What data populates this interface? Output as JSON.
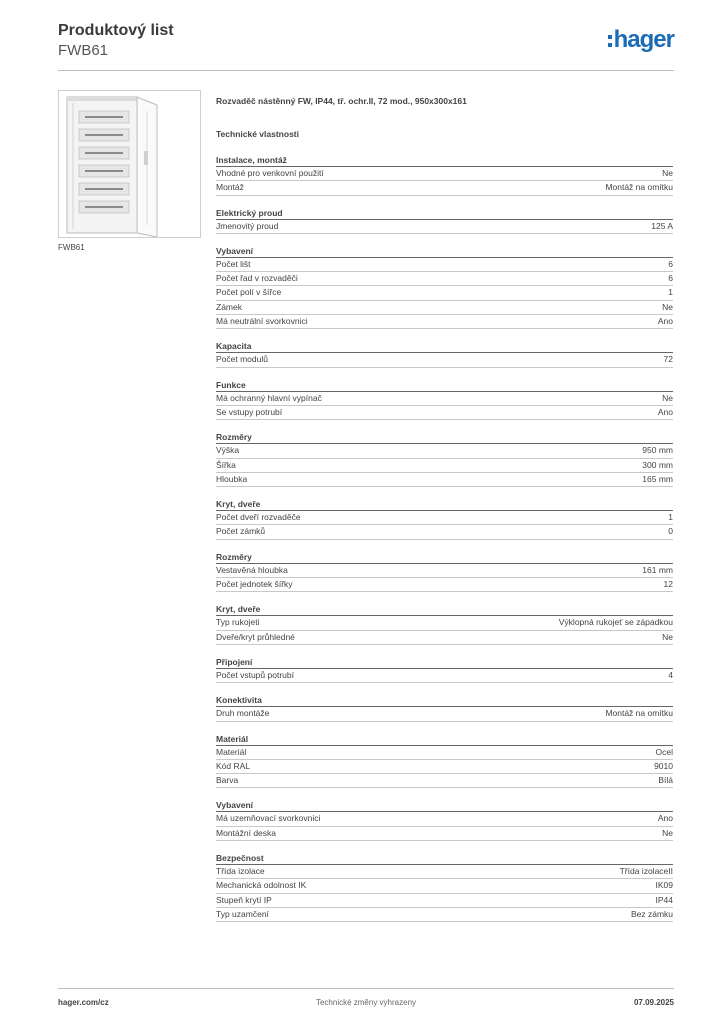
{
  "header": {
    "title": "Produktový list",
    "code": "FWB61",
    "logo_text": "hager",
    "logo_color": "#1c6bb6"
  },
  "image": {
    "caption": "FWB61"
  },
  "description": "Rozvaděč nástěnný FW, IP44, tř. ochr.II, 72 mod., 950x300x161",
  "tech_title": "Technické vlastnosti",
  "sections": [
    {
      "title": "Instalace, montáž",
      "rows": [
        {
          "label": "Vhodné pro venkovní použití",
          "value": "Ne"
        },
        {
          "label": "Montáž",
          "value": "Montáž na omítku"
        }
      ]
    },
    {
      "title": "Elektrický proud",
      "rows": [
        {
          "label": "Jmenovitý proud",
          "value": "125 A"
        }
      ]
    },
    {
      "title": "Vybavení",
      "rows": [
        {
          "label": "Počet lišt",
          "value": "6"
        },
        {
          "label": "Počet řad v rozvaděči",
          "value": "6"
        },
        {
          "label": "Počet polí v šířce",
          "value": "1"
        },
        {
          "label": "Zámek",
          "value": "Ne"
        },
        {
          "label": "Má neutrální svorkovnici",
          "value": "Ano"
        }
      ]
    },
    {
      "title": "Kapacita",
      "rows": [
        {
          "label": "Počet modulů",
          "value": "72"
        }
      ]
    },
    {
      "title": "Funkce",
      "rows": [
        {
          "label": "Má ochranný hlavní vypínač",
          "value": "Ne"
        },
        {
          "label": "Se vstupy potrubí",
          "value": "Ano"
        }
      ]
    },
    {
      "title": "Rozměry",
      "rows": [
        {
          "label": "Výška",
          "value": "950 mm"
        },
        {
          "label": "Šířka",
          "value": "300 mm"
        },
        {
          "label": "Hloubka",
          "value": "165 mm"
        }
      ]
    },
    {
      "title": "Kryt, dveře",
      "rows": [
        {
          "label": "Počet dveří rozvaděče",
          "value": "1"
        },
        {
          "label": "Počet zámků",
          "value": "0"
        }
      ]
    },
    {
      "title": "Rozměry",
      "rows": [
        {
          "label": "Vestavěná hloubka",
          "value": "161 mm"
        },
        {
          "label": "Počet jednotek šířky",
          "value": "12"
        }
      ]
    },
    {
      "title": "Kryt, dveře",
      "rows": [
        {
          "label": "Typ rukojeti",
          "value": "Výklopná rukojeť se západkou"
        },
        {
          "label": "Dveře/kryt průhledné",
          "value": "Ne"
        }
      ]
    },
    {
      "title": "Připojení",
      "rows": [
        {
          "label": "Počet vstupů potrubí",
          "value": "4"
        }
      ]
    },
    {
      "title": "Konektivita",
      "rows": [
        {
          "label": "Druh montáže",
          "value": "Montáž na omítku"
        }
      ]
    },
    {
      "title": "Materiál",
      "rows": [
        {
          "label": "Materiál",
          "value": "Ocel"
        },
        {
          "label": "Kód RAL",
          "value": "9010"
        },
        {
          "label": "Barva",
          "value": "Bílá"
        }
      ]
    },
    {
      "title": "Vybavení",
      "rows": [
        {
          "label": "Má uzemňovací svorkovnici",
          "value": "Ano"
        },
        {
          "label": "Montážní deska",
          "value": "Ne"
        }
      ]
    },
    {
      "title": "Bezpečnost",
      "rows": [
        {
          "label": "Třída izolace",
          "value": "Třída izolaceII"
        },
        {
          "label": "Mechanická odolnost IK",
          "value": "IK09"
        },
        {
          "label": "Stupeň krytí IP",
          "value": "IP44"
        },
        {
          "label": "Typ uzamčení",
          "value": "Bez zámku"
        }
      ]
    }
  ],
  "footer": {
    "website": "hager.com/cz",
    "note": "Technické změny vyhrazeny",
    "date": "07.09.2025"
  }
}
